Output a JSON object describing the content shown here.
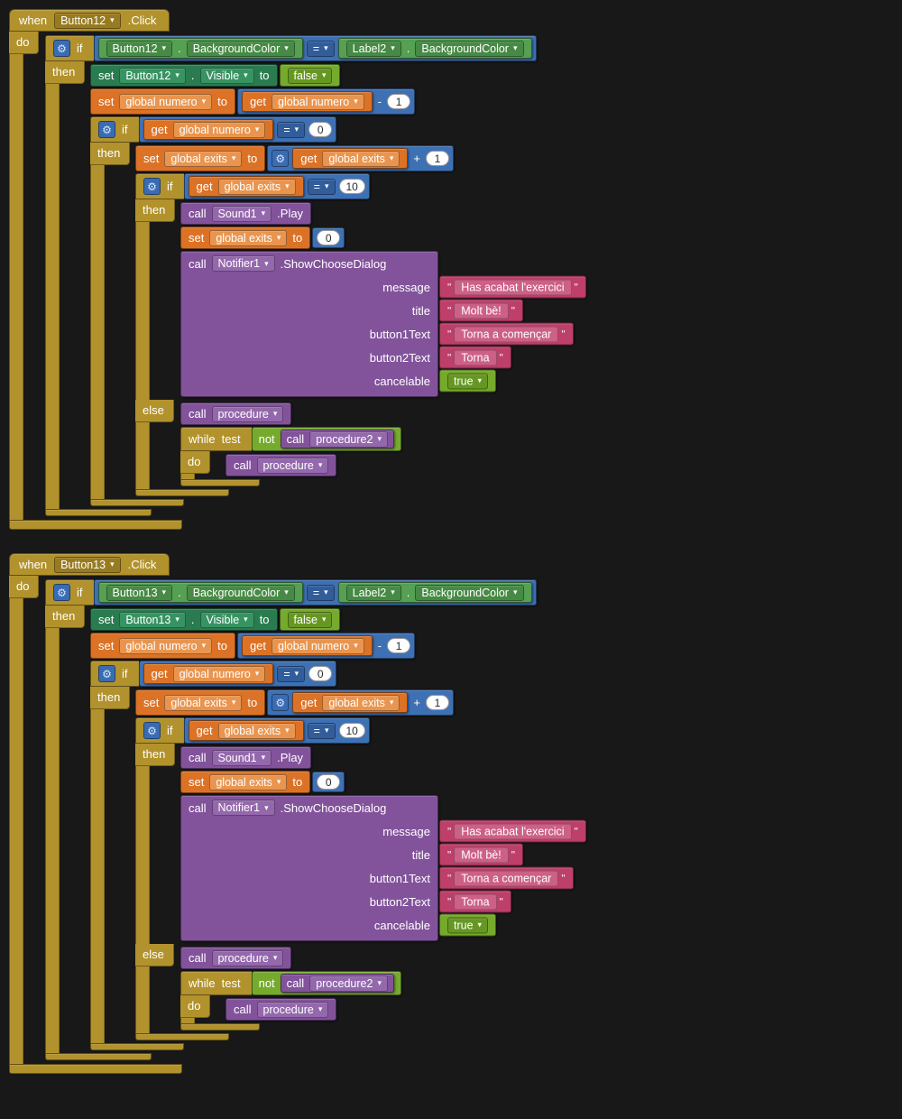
{
  "colors": {
    "bg": "#181818",
    "gold": "#b2922c",
    "gold_dd": "#987b20",
    "greenset": "#2a7c50",
    "greenset_dd": "#379362",
    "compget": "#55a052",
    "compget_dd": "#478a45",
    "logic": "#76aa2d",
    "logic_dd": "#679723",
    "blue": "#3e70b4",
    "blue_dd": "#325d9b",
    "orange": "#dc7226",
    "orange_dd": "#e9954f",
    "purple": "#82539b",
    "purple_dd": "#9468ac",
    "pink": "#bd3f6a",
    "pink_field": "#cc6087",
    "gearbg": "#3a6cb3"
  },
  "icons": {
    "dropdown_arrow": "▾",
    "gear": "⚙"
  },
  "kw": {
    "when": "when",
    "do": "do",
    "if": "if",
    "then": "then",
    "else": "else",
    "set": "set",
    "to": "to",
    "get": "get",
    "call": "call",
    "while": "while",
    "test": "test",
    "not": "not",
    "dot": ".",
    "quote": "\""
  },
  "ops": {
    "eq": "=",
    "minus": "-",
    "plus": "+"
  },
  "groups": [
    {
      "component": "Button12",
      "event": ".Click",
      "condition": {
        "left_component": "Button12",
        "left_property": "BackgroundColor",
        "op": "=",
        "right_component": "Label2",
        "right_property": "BackgroundColor"
      },
      "set_visible": {
        "property": "Visible",
        "value": "false"
      },
      "numero_var": "global numero",
      "exits_var": "global exits",
      "one": "1",
      "zero": "0",
      "ten": "10",
      "reset_zero": "0",
      "sound_component": "Sound1",
      "sound_method": ".Play",
      "notifier_component": "Notifier1",
      "notifier_method": ".ShowChooseDialog",
      "params": [
        {
          "name": "message",
          "value": "Has acabat l'exercici"
        },
        {
          "name": "title",
          "value": "Molt bè!"
        },
        {
          "name": "button1Text",
          "value": "Torna a començar"
        },
        {
          "name": "button2Text",
          "value": "Torna"
        },
        {
          "name": "cancelable",
          "value": "true"
        }
      ],
      "procedure": "procedure",
      "procedure2": "procedure2"
    },
    {
      "component": "Button13",
      "event": ".Click",
      "condition": {
        "left_component": "Button13",
        "left_property": "BackgroundColor",
        "op": "=",
        "right_component": "Label2",
        "right_property": "BackgroundColor"
      },
      "set_visible": {
        "property": "Visible",
        "value": "false"
      },
      "numero_var": "global numero",
      "exits_var": "global exits",
      "one": "1",
      "zero": "0",
      "ten": "10",
      "reset_zero": "0",
      "sound_component": "Sound1",
      "sound_method": ".Play",
      "notifier_component": "Notifier1",
      "notifier_method": ".ShowChooseDialog",
      "params": [
        {
          "name": "message",
          "value": "Has acabat l'exercici"
        },
        {
          "name": "title",
          "value": "Molt bè!"
        },
        {
          "name": "button1Text",
          "value": "Torna a començar"
        },
        {
          "name": "button2Text",
          "value": "Torna"
        },
        {
          "name": "cancelable",
          "value": "true"
        }
      ],
      "procedure": "procedure",
      "procedure2": "procedure2"
    }
  ]
}
